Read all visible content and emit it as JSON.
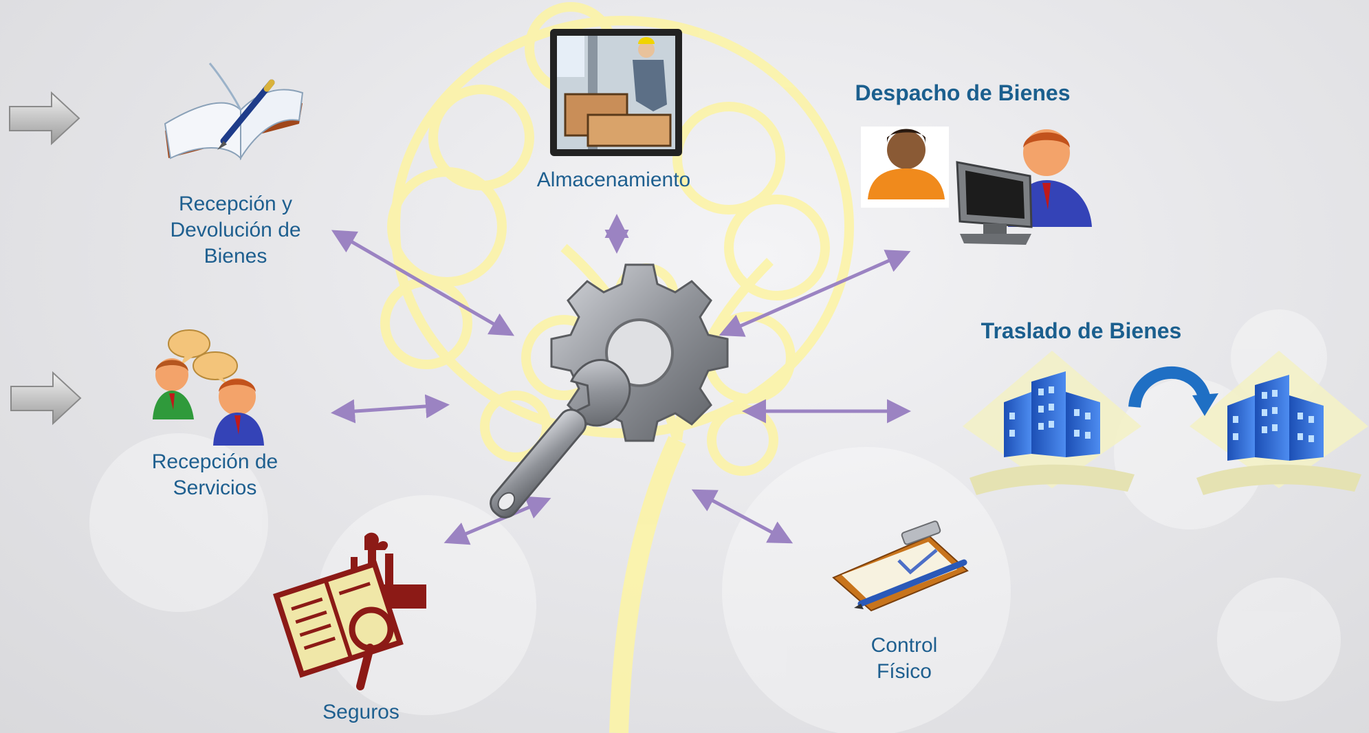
{
  "nodes": {
    "recepcion_devolucion": "Recepción y\nDevolución de\nBienes",
    "almacenamiento": "Almacenamiento",
    "despacho": "Despacho de Bienes",
    "traslado": "Traslado de Bienes",
    "recepcion_servicios": "Recepción de\nServicios",
    "control_fisico": "Control\nFísico",
    "seguros": "Seguros"
  },
  "colors": {
    "label": "#1e5f8f",
    "connector": "#9b83c2",
    "tree": "#fdf4a3",
    "gear": "#9a9ca3",
    "building": "#2f6fd6",
    "swap_arrow": "#1f6fc4",
    "seguros": "#8c1a16"
  },
  "icons": {
    "recepcion_devolucion": "open-book-pen-icon",
    "almacenamiento": "warehouse-worker-boxes-icon",
    "despacho": "people-computer-icon",
    "traslado": "buildings-transfer-icon",
    "recepcion_servicios": "people-talking-icon",
    "control_fisico": "clipboard-check-icon",
    "seguros": "factory-document-magnifier-icon",
    "center": "gear-wrench-icon"
  }
}
